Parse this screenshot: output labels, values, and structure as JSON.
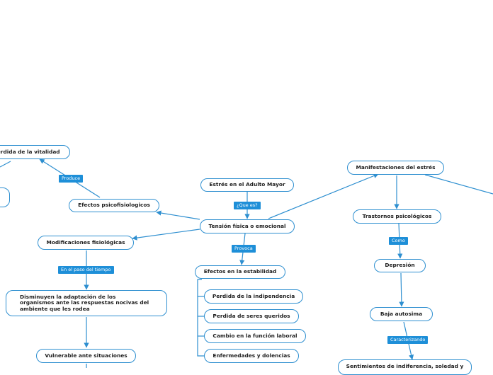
{
  "nodes": {
    "stress_adulto_mayor": "Estrés en el Adulto Mayor",
    "tension": "Tensión física o emocional",
    "efectos_psico": "Efectos psicofisiologicos",
    "perdida_vitalidad": "Perdida de la vitalidad",
    "modificaciones": "Modificaciones fisiológicas",
    "disminuyen": "Disminuyen la adaptación de los organismos ante las respuestas nocivas del ambiente que les rodea",
    "vulnerable": "Vulnerable ante situaciones",
    "efectos_estabilidad": "Efectos en la estabilidad",
    "perdida_independencia": "Perdida de la indipendencia",
    "perdida_seres": "Perdida de seres queridos",
    "cambio_laboral": "Cambio en la función laboral",
    "enfermedades": "Enfermedades y dolencias",
    "manifestaciones": "Manifestaciones del estrés",
    "trastornos": "Trastornos psicológicos",
    "depresion": "Depresión",
    "baja_autoestima": "Baja autosima",
    "sentimientos": "Sentimientos de indiferencia, soledad y"
  },
  "labels": {
    "que_es": "¿Que es?",
    "produce": "Produce",
    "provoca": "Provoca",
    "paso_tiempo": "En el paso del tiempo",
    "como": "Como",
    "caracterizando": "Caracterizando"
  },
  "colors": {
    "line": "#2e8fd0",
    "label_bg": "#1e8fd8",
    "node_border": "#2e8fd0"
  }
}
